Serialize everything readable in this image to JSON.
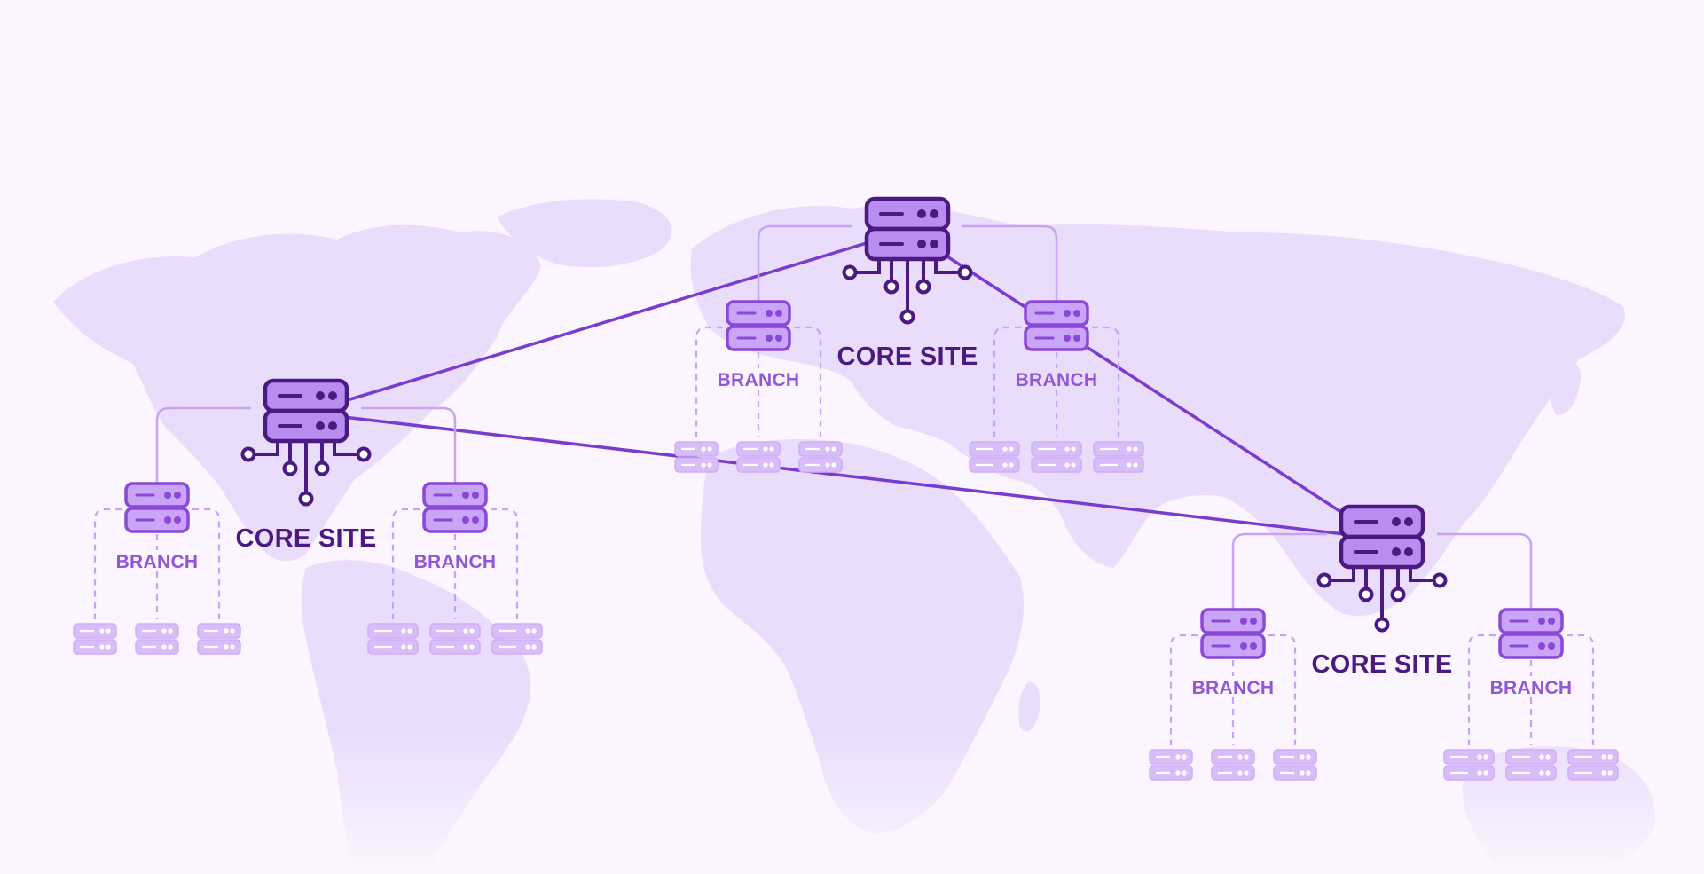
{
  "diagram": {
    "type": "network-topology",
    "colors": {
      "background": "#faf5fe",
      "map_land": "#eadcfb",
      "link": "#7a3bd0",
      "core_fill": "#b98cf0",
      "core_stroke": "#4a1a82",
      "branch_fill": "#c9a4f7",
      "branch_stroke": "#8a48d8",
      "tree_line": "#c9a3f3",
      "leaf_fill": "#d9bdf8"
    },
    "icons": {
      "background": "world-map",
      "core": "server-rack-network-icon",
      "branch": "server-rack-icon",
      "leaf": "server-unit-icon"
    },
    "sites": [
      {
        "label": "CORE SITE",
        "branches": [
          {
            "label": "BRANCH"
          },
          {
            "label": "BRANCH"
          }
        ]
      },
      {
        "label": "CORE SITE",
        "branches": [
          {
            "label": "BRANCH"
          },
          {
            "label": "BRANCH"
          }
        ]
      },
      {
        "label": "CORE SITE",
        "branches": [
          {
            "label": "BRANCH"
          },
          {
            "label": "BRANCH"
          }
        ]
      }
    ],
    "links": [
      {
        "from": 0,
        "to": 1
      },
      {
        "from": 0,
        "to": 2
      },
      {
        "from": 1,
        "to": 2
      }
    ]
  }
}
